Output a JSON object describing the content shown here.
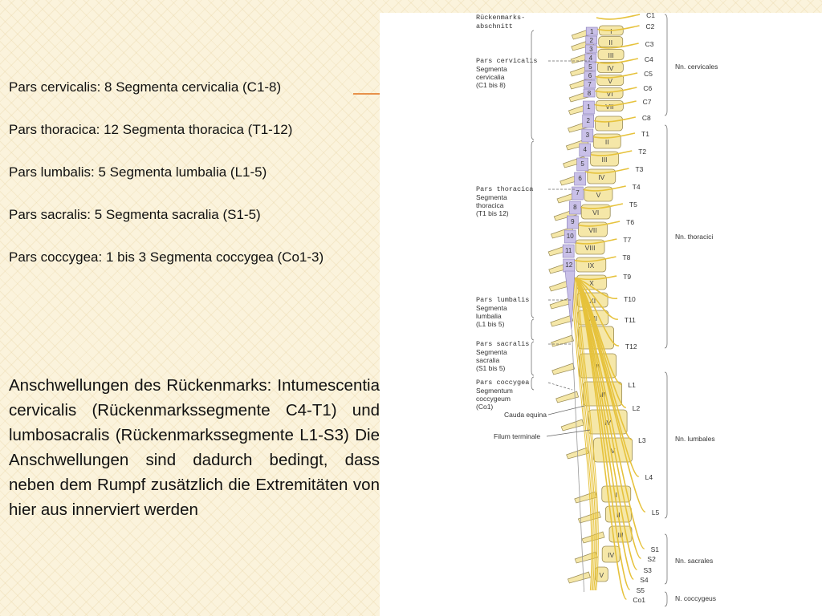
{
  "segments": {
    "cervical": "Pars cervicalis: 8 Segmenta cervicalia (C1-8)",
    "thoracic": "Pars thoracica: 12 Segmenta thoracica (T1-12)",
    "lumbar": "Pars lumbalis: 5 Segmenta lumbalia (L1-5)",
    "sacral": "Pars sacralis: 5 Segmenta sacralia (S1-5)",
    "coccygeal": "Pars coccygea: 1 bis 3 Segmenta coccygea (Co1-3)"
  },
  "swellings": {
    "heading": "Anschwellungen des Rückenmarks:",
    "body": " Intumescentia cervicalis (Rückenmarkssegmente C4-T1) und lumbosacralis (Rückenmarkssegmente L1-S3) Die Anschwellungen sind dadurch bedingt, dass neben dem Rumpf zusätzlich die Extremitäten von hier aus innerviert werden"
  },
  "figure": {
    "header_line1": "Rückenmarks-",
    "header_line2": "abschnitt",
    "regions": [
      {
        "title": "Pars cervicalis",
        "sub1": "Segmenta",
        "sub2": "cervicalia",
        "sub3": "(C1 bis 8)"
      },
      {
        "title": "Pars thoracica",
        "sub1": "Segmenta",
        "sub2": "thoracica",
        "sub3": "(T1 bis 12)"
      },
      {
        "title": "Pars lumbalis",
        "sub1": "Segmenta",
        "sub2": "lumbalia",
        "sub3": "(L1 bis 5)"
      },
      {
        "title": "Pars sacralis",
        "sub1": "Segmenta",
        "sub2": "sacralia",
        "sub3": "(S1 bis 5)"
      },
      {
        "title": "Pars coccygea",
        "sub1": "Segmentum",
        "sub2": "coccygeum",
        "sub3": "(Co1)"
      }
    ],
    "cauda_equina": "Cauda equina",
    "filum_terminale": "Filum terminale",
    "nerve_groups": [
      "Nn. cervicales",
      "Nn. thoracici",
      "Nn. lumbales",
      "Nn. sacrales",
      "N. coccygeus"
    ],
    "nerve_labels": [
      "C1",
      "C2",
      "C3",
      "C4",
      "C5",
      "C6",
      "C7",
      "C8",
      "T1",
      "T2",
      "T3",
      "T4",
      "T5",
      "T6",
      "T7",
      "T8",
      "T9",
      "T10",
      "T11",
      "T12",
      "L1",
      "L2",
      "L3",
      "L4",
      "L5",
      "S1",
      "S2",
      "S3",
      "S4",
      "S5",
      "Co1"
    ],
    "vertebra_numerals": [
      "I",
      "II",
      "III",
      "IV",
      "V",
      "VI",
      "VII",
      "I",
      "II",
      "III",
      "IV",
      "V",
      "VI",
      "VII",
      "VIII",
      "IX",
      "X",
      "XI",
      "XII",
      "I",
      "II",
      "III",
      "IV",
      "V",
      "I",
      "II",
      "III",
      "IV",
      "V"
    ],
    "cord_numbers": [
      "1",
      "2",
      "3",
      "4",
      "5",
      "6",
      "7",
      "8",
      "1",
      "2",
      "3",
      "4",
      "5",
      "6",
      "7",
      "8",
      "9",
      "10",
      "11",
      "12"
    ]
  },
  "colors": {
    "accent": "#e8914a",
    "bone": "#f5e7a8",
    "bone_stroke": "#9a8c55",
    "cord": "#c9c0e8",
    "nerve": "#e6c23c"
  }
}
